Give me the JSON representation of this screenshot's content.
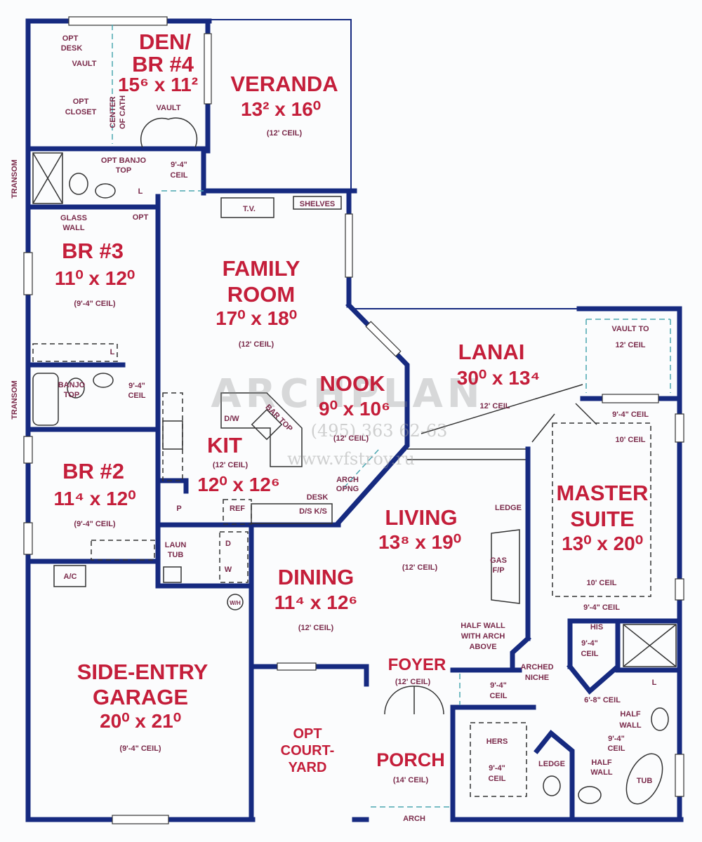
{
  "colors": {
    "wall": "#162a80",
    "label": "#c41e3a",
    "note": "#7a2a4a",
    "ceiling_line": "#4aa6b0"
  },
  "rooms": {
    "den": {
      "line1": "DEN/",
      "line2": "BR #4",
      "dims": "15⁶ x 11²"
    },
    "veranda": {
      "name": "VERANDA",
      "dims": "13² x 16⁰",
      "ceil": "(12' CEIL)"
    },
    "br3": {
      "name": "BR #3",
      "dims": "11⁰ x 12⁰",
      "ceil": "(9'-4\" CEIL)"
    },
    "family": {
      "line1": "FAMILY",
      "line2": "ROOM",
      "dims": "17⁰ x 18⁰",
      "ceil": "(12' CEIL)"
    },
    "lanai": {
      "name": "LANAI",
      "dims": "30⁰ x 13⁴",
      "ceil": "12' CEIL"
    },
    "nook": {
      "name": "NOOK",
      "dims": "9⁰ x 10⁶",
      "ceil": "(12' CEIL)"
    },
    "kit": {
      "name": "KIT",
      "ceil": "(12' CEIL)",
      "dims": "12⁰ x 12⁶"
    },
    "br2": {
      "name": "BR #2",
      "dims": "11⁴ x 12⁰",
      "ceil": "(9'-4\" CEIL)"
    },
    "living": {
      "name": "LIVING",
      "dims": "13⁸ x 19⁰",
      "ceil": "(12' CEIL)"
    },
    "master": {
      "line1": "MASTER",
      "line2": "SUITE",
      "dims": "13⁰ x 20⁰"
    },
    "dining": {
      "name": "DINING",
      "dims": "11⁴ x 12⁶",
      "ceil": "(12' CEIL)"
    },
    "foyer": {
      "name": "FOYER",
      "ceil": "(12' CEIL)"
    },
    "garage": {
      "line1": "SIDE-ENTRY",
      "line2": "GARAGE",
      "dims": "20⁰ x 21⁰",
      "ceil": "(9'-4\" CEIL)"
    },
    "courtyard": {
      "line1": "OPT",
      "line2": "COURT-",
      "line3": "YARD"
    },
    "porch": {
      "name": "PORCH",
      "ceil": "(14' CEIL)",
      "arch": "ARCH"
    }
  },
  "notes": {
    "opt_desk_1": "OPT",
    "opt_desk_2": "DESK",
    "vault_1": "VAULT",
    "opt_closet_1": "OPT",
    "opt_closet_2": "CLOSET",
    "center_cath_1": "CENTER",
    "center_cath_2": "OF CATH",
    "vault_2": "VAULT",
    "banjo_1": "OPT BANJO",
    "banjo_2": "TOP",
    "ceil_den_1": "9'-4\"",
    "ceil_den_2": "CEIL",
    "l_1": "L",
    "transom_1": "TRANSOM",
    "glass_1": "GLASS",
    "glass_2": "WALL",
    "opt_1": "OPT",
    "tv": "T.V.",
    "shelves": "SHELVES",
    "l_2": "L",
    "transom_2": "TRANSOM",
    "banjo_3": "BANJO",
    "banjo_4": "TOP",
    "ceil_hall_1": "9'-4\"",
    "ceil_hall_2": "CEIL",
    "vault_to_1": "VAULT TO",
    "vault_to_2": "12' CEIL",
    "dw": "D/W",
    "bar_top": "BAR TOP",
    "arch_1": "ARCH",
    "arch_2": "OPNG",
    "desk": "DESK",
    "dsks": "D/S K/S",
    "ref": "REF",
    "p": "P",
    "ac": "A/C",
    "laun_1": "LAUN",
    "laun_2": "TUB",
    "d": "D",
    "w": "W",
    "wh": "W/H",
    "ledge_1": "LEDGE",
    "gas_1": "GAS",
    "gas_2": "F/P",
    "ms_ceil_1": "9'-4\" CEIL",
    "ms_ceil_2": "10' CEIL",
    "ms_ceil_3": "10' CEIL",
    "ms_ceil_4": "9'-4\" CEIL",
    "hw_1": "HALF WALL",
    "hw_2": "WITH ARCH",
    "hw_3": "ABOVE",
    "niche_1": "ARCHED",
    "niche_2": "NICHE",
    "his": "HIS",
    "his_ceil_1": "9'-4\"",
    "his_ceil_2": "CEIL",
    "l_3": "L",
    "ceil_68": "6'-8\" CEIL",
    "half_1": "HALF",
    "wall_1": "WALL",
    "bath_ceil_1": "9'-4\"",
    "bath_ceil_2": "CEIL",
    "half_2": "HALF",
    "wall_2": "WALL",
    "tub": "TUB",
    "ledge_2": "LEDGE",
    "hers": "HERS",
    "hers_ceil_1": "9'-4\"",
    "hers_ceil_2": "CEIL",
    "foy_ceil_1": "9'-4\"",
    "foy_ceil_2": "CEIL"
  },
  "watermark": {
    "brand": "ARCHPLAN",
    "phone": "(495) 363 62-63",
    "url": "www.vfstroy.ru"
  }
}
